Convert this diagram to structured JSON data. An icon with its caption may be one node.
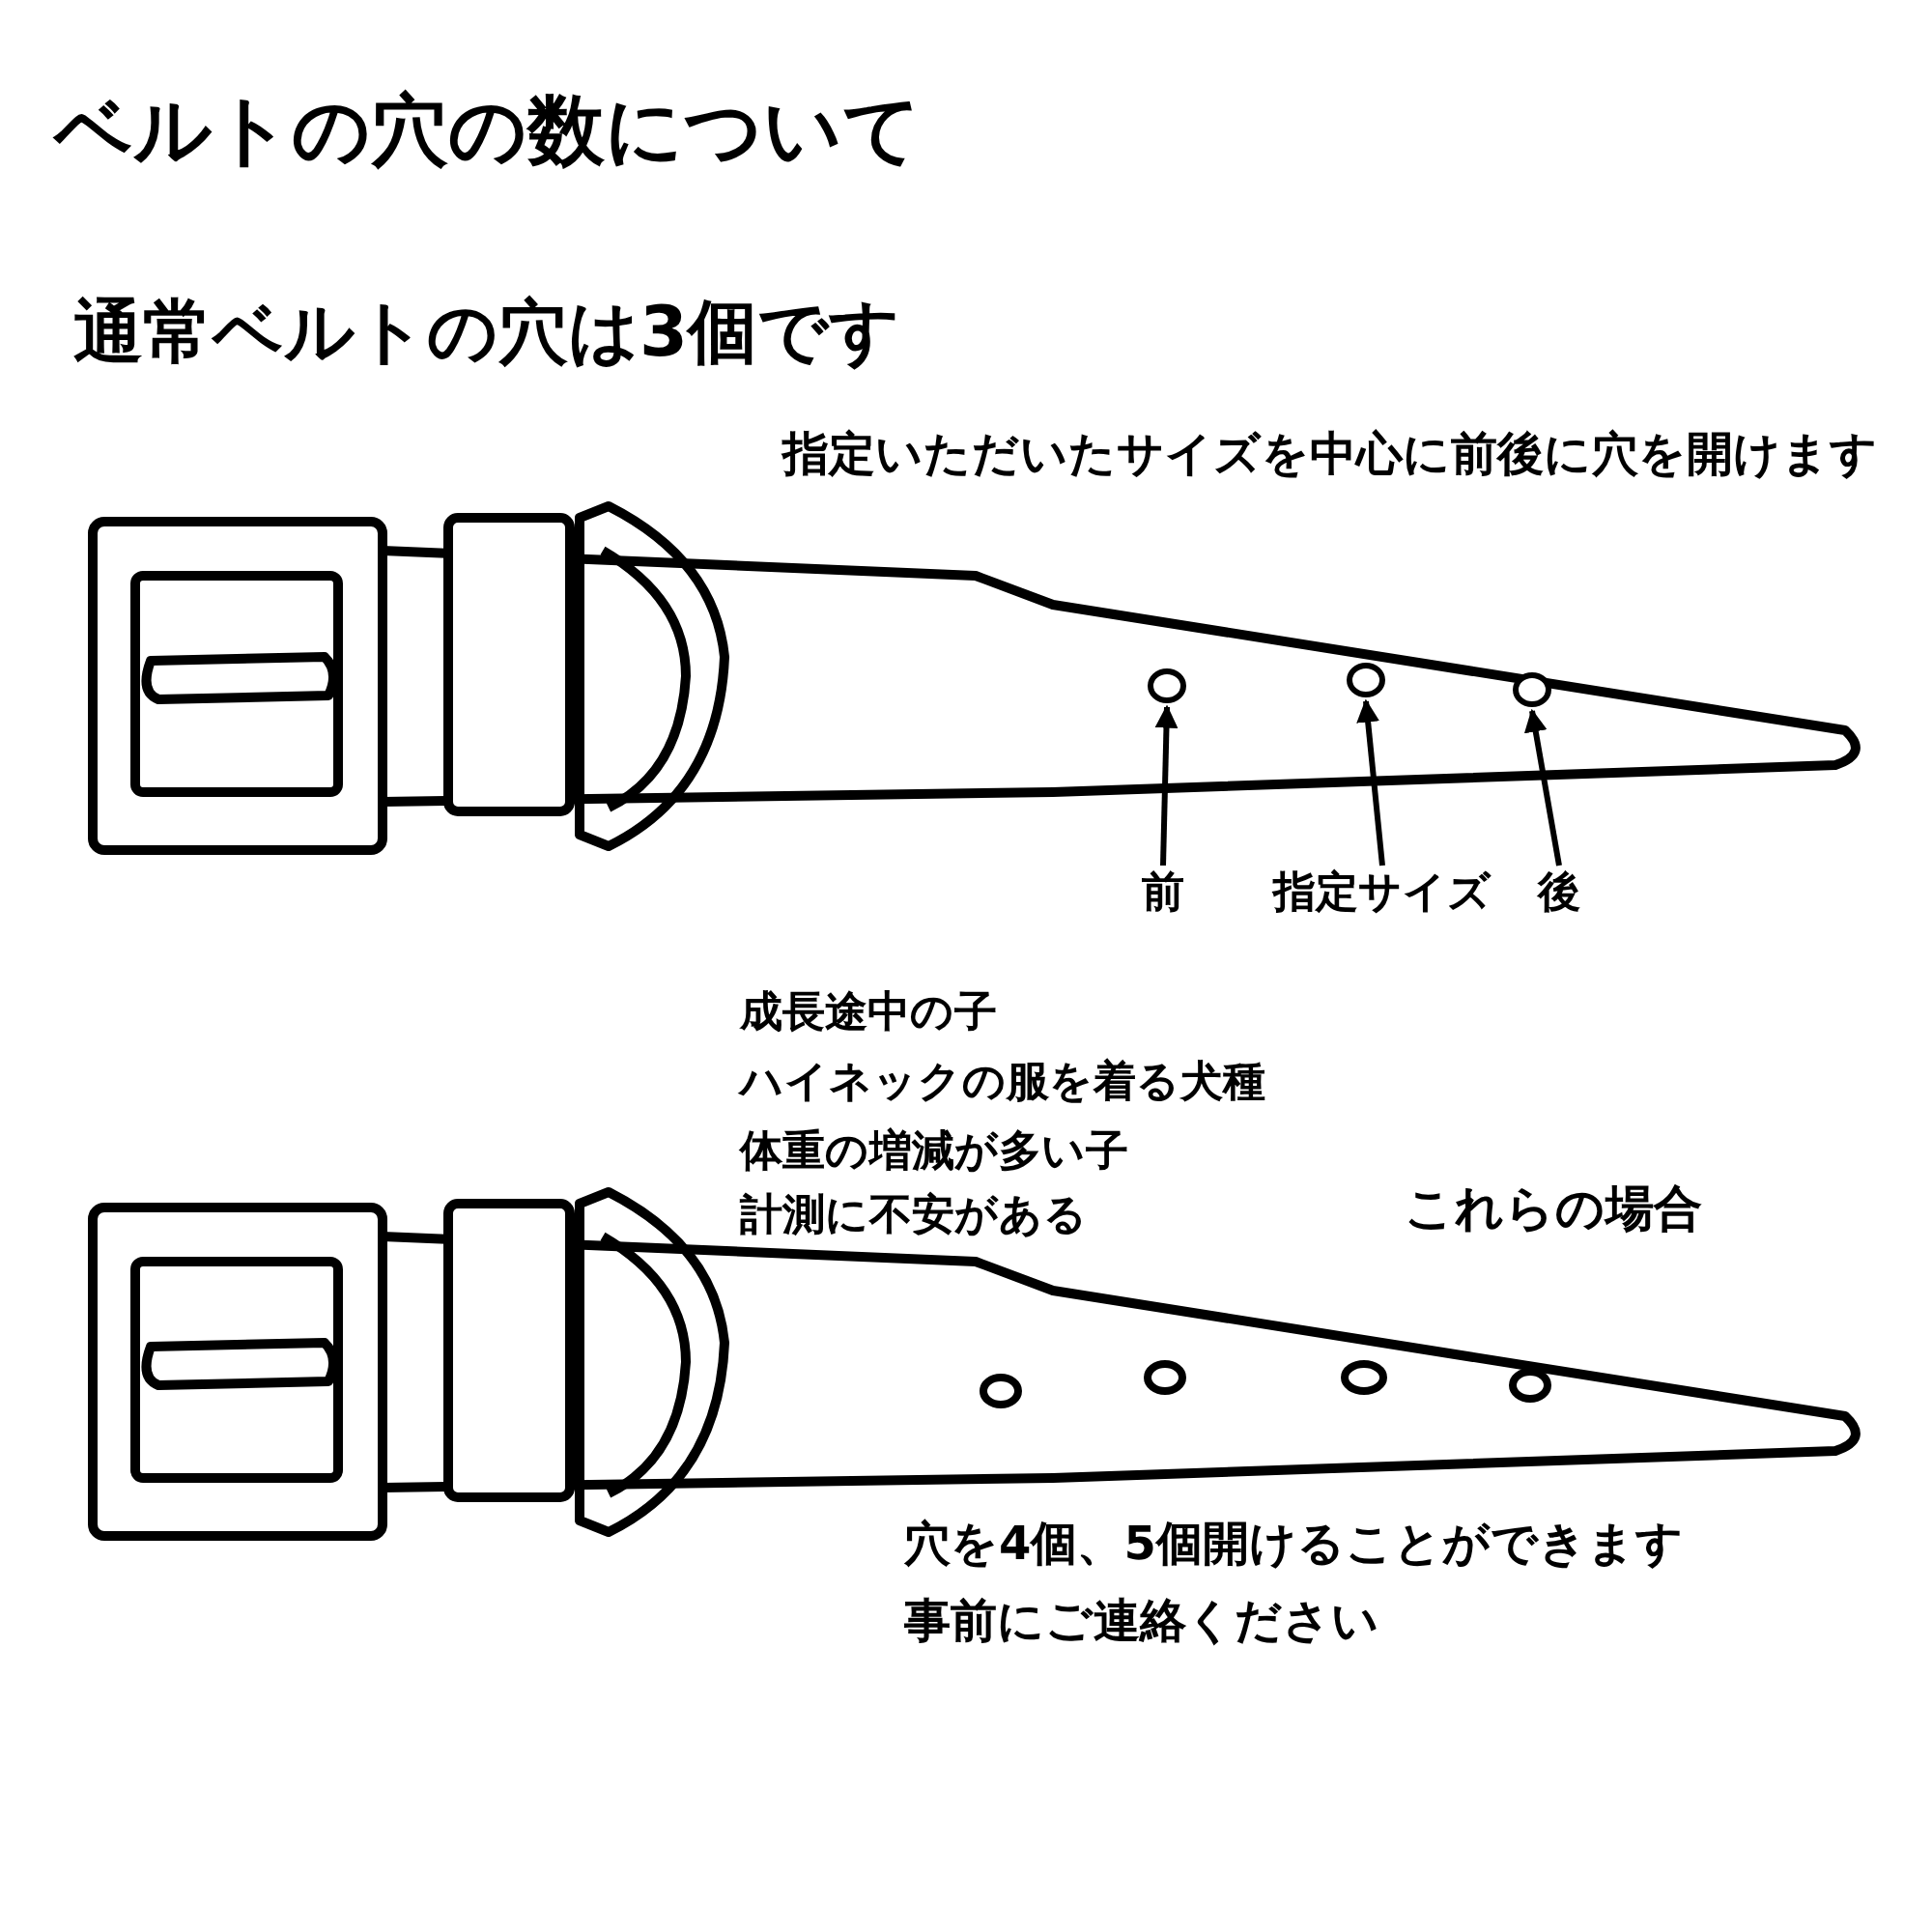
{
  "diagram": {
    "title": "ベルトの穴の数について",
    "nodes": [
      {
        "text": [
          "前"
        ]
      },
      {
        "text": [
          "指定サイズ"
        ]
      },
      {
        "text": [
          "後"
        ]
      },
      {
        "text": [],
        "shape": "circle"
      },
      {
        "text": [],
        "shape": "circle"
      },
      {
        "text": [],
        "shape": "circle"
      }
    ],
    "edges": [
      {
        "from": 0,
        "to": 3,
        "arrow": "to"
      },
      {
        "from": 1,
        "to": 4,
        "arrow": "to"
      },
      {
        "from": 2,
        "to": 5,
        "arrow": "to"
      }
    ],
    "labels": [
      "通常ベルトの穴は3個です",
      "指定いただいたサイズを中心に前後に穴を開けます",
      "成長途中の子",
      "ハイネックの服を着る犬種",
      "体重の増減が多い子",
      "計測に不安がある",
      "これらの場合",
      "穴を4個、5個開けることができます",
      "事前にご連絡ください"
    ]
  }
}
